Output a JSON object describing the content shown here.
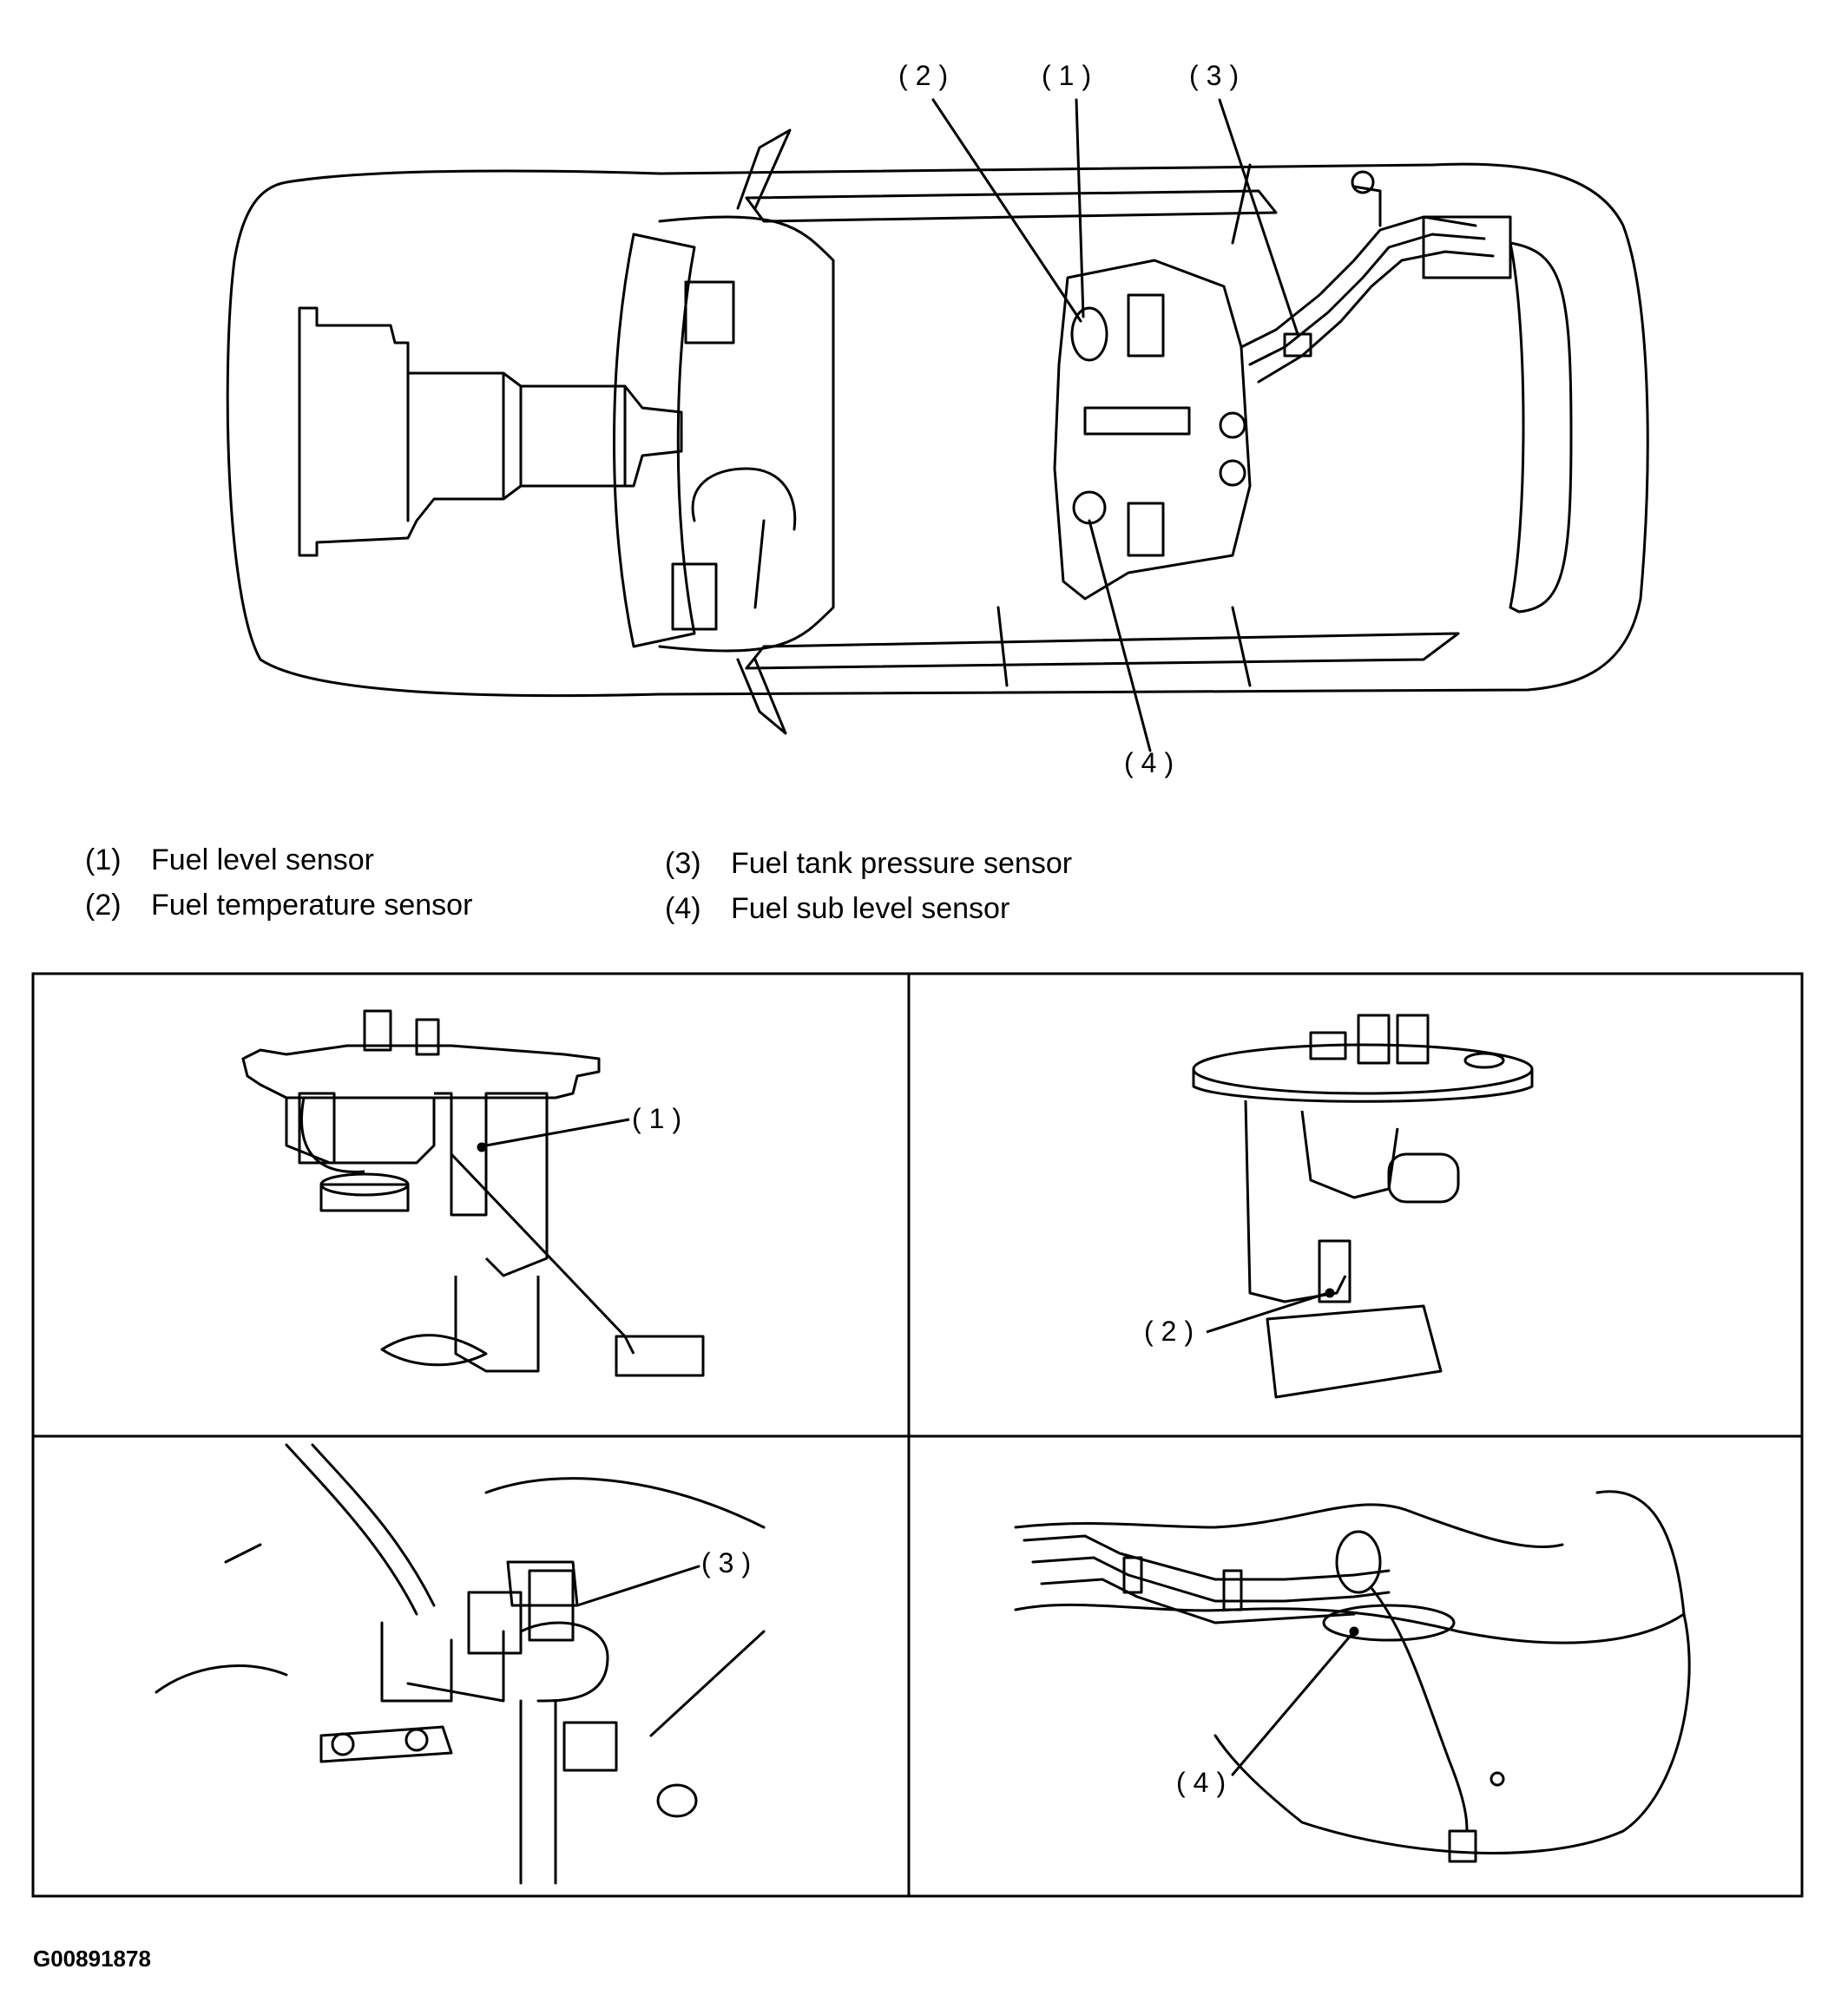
{
  "overview": {
    "callouts": {
      "c1": "(1)",
      "c2": "(2)",
      "c3": "(3)",
      "c4": "(4)"
    }
  },
  "legend": [
    {
      "num": "(1)",
      "text": "Fuel level sensor"
    },
    {
      "num": "(2)",
      "text": "Fuel temperature sensor"
    },
    {
      "num": "(3)",
      "text": "Fuel tank pressure sensor"
    },
    {
      "num": "(4)",
      "text": "Fuel sub level sensor"
    }
  ],
  "panels": {
    "fuel_level": {
      "callout": "(1)"
    },
    "fuel_temperature": {
      "callout": "(2)"
    },
    "tank_pressure": {
      "callout": "(3)"
    },
    "sub_level": {
      "callout": "(4)"
    }
  },
  "figure_id": "G00891878"
}
